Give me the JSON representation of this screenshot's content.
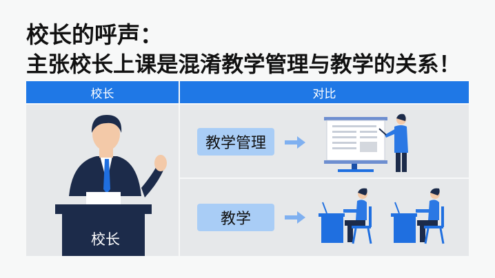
{
  "title": {
    "line1": "校长的呼声：",
    "line2": "主张校长上课是混淆教学管理与教学的关系！"
  },
  "table": {
    "headers": [
      "校长",
      "对比"
    ],
    "left": {
      "podium_label": "校长"
    },
    "rows": [
      {
        "label": "教学管理",
        "illustration": "teacher-presenting-at-board-icon"
      },
      {
        "label": "教学",
        "illustration": "students-at-desks-icon"
      }
    ]
  },
  "colors": {
    "header": "#1f78e6",
    "label_bg": "#a9cdf6",
    "cell_bg": "#e6e8ea",
    "navy": "#1c2b4a"
  }
}
